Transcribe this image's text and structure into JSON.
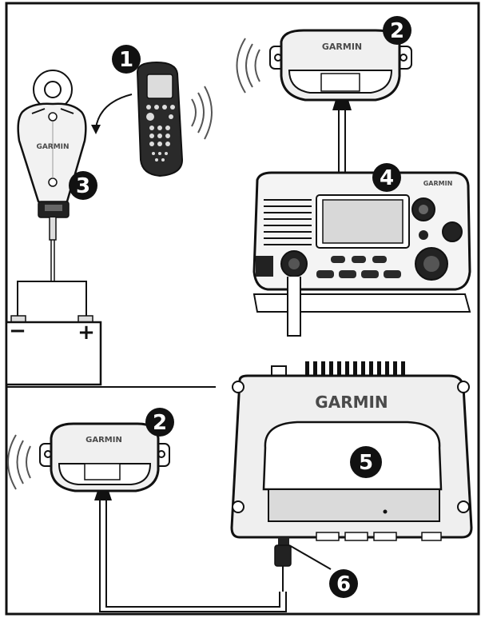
{
  "callouts": {
    "handset": "1",
    "antenna_top": "2",
    "charger": "3",
    "radio": "4",
    "ais_unit": "5",
    "connector": "6",
    "antenna_bottom": "2"
  },
  "brand_labels": {
    "antenna_top": "GARMIN",
    "antenna_bottom": "GARMIN",
    "charger": "GARMIN",
    "radio": "GARMIN",
    "ais_unit": "GARMIN"
  },
  "battery": {
    "negative": "−",
    "positive": "+"
  },
  "colors": {
    "line": "#111111",
    "fill_light": "#e9e9e9",
    "fill_dark": "#222222",
    "background": "#ffffff"
  }
}
